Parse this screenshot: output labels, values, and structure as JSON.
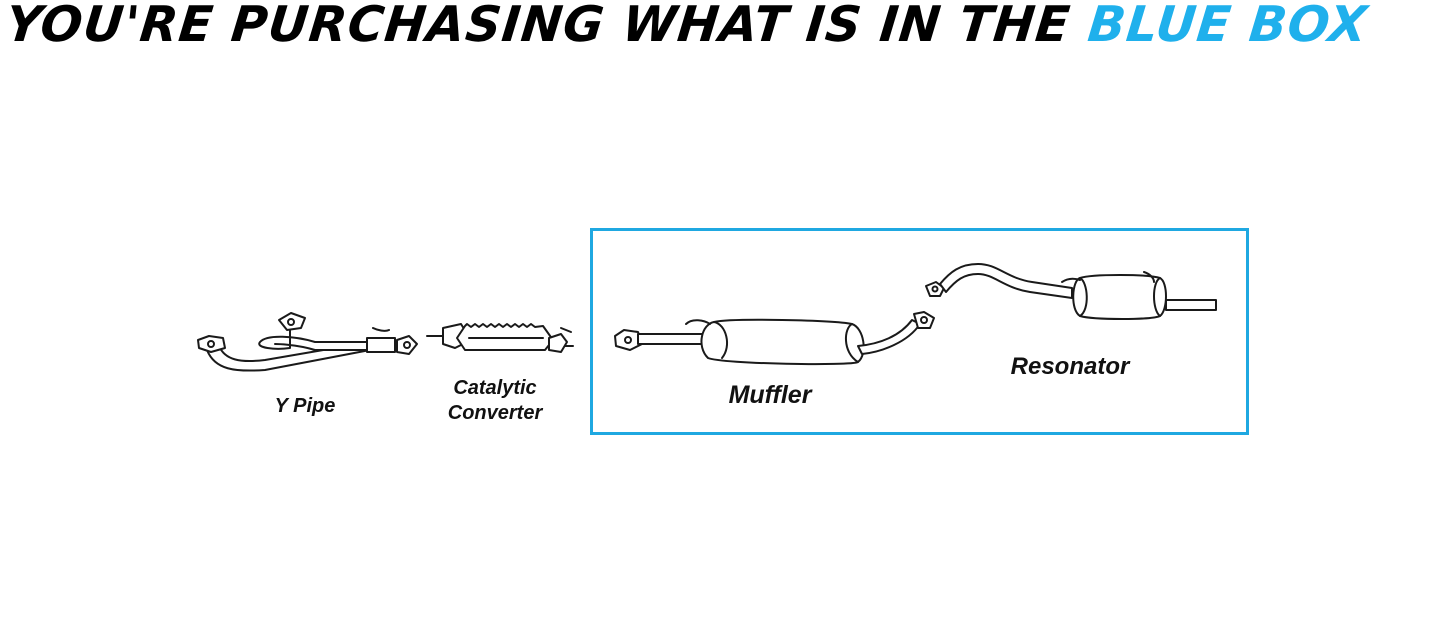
{
  "header": {
    "text_main": "YOU'RE PURCHASING WHAT IS IN THE ",
    "text_accent": "BLUE BOX",
    "accent_color": "#1fb0ec"
  },
  "parts": {
    "y_pipe": {
      "label": "Y Pipe",
      "in_blue_box": false
    },
    "catalytic_converter": {
      "label_line1": "Catalytic",
      "label_line2": "Converter",
      "in_blue_box": false
    },
    "muffler": {
      "label": "Muffler",
      "in_blue_box": true
    },
    "resonator": {
      "label": "Resonator",
      "in_blue_box": true
    }
  },
  "blue_box_color": "#1fa8e1"
}
